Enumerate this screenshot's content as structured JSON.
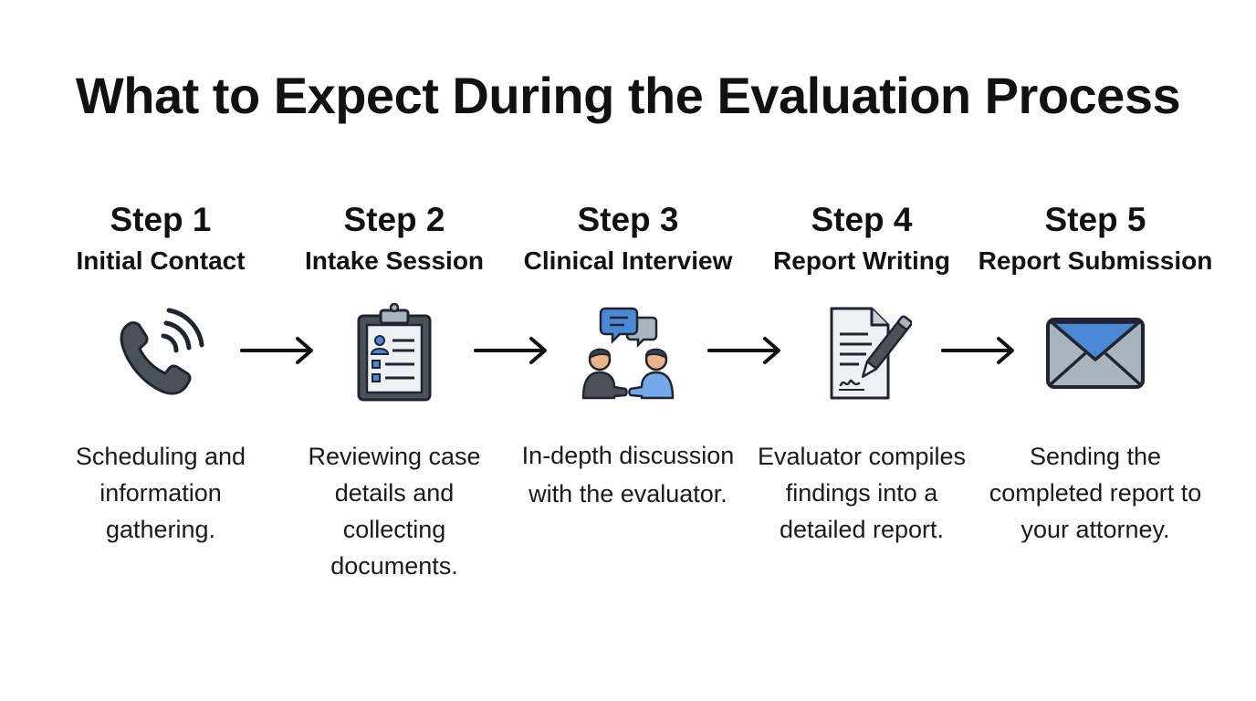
{
  "title": "What to Expect During the Evaluation Process",
  "steps": [
    {
      "number": "Step 1",
      "name": "Initial Contact",
      "description": "Scheduling and information gathering.",
      "icon": "phone-call-icon"
    },
    {
      "number": "Step 2",
      "name": "Intake Session",
      "description": "Reviewing case details and collecting documents.",
      "icon": "clipboard-form-icon"
    },
    {
      "number": "Step 3",
      "name": "Clinical Interview",
      "description": "In-depth discussion with the evaluator.",
      "icon": "conversation-icon"
    },
    {
      "number": "Step 4",
      "name": "Report Writing",
      "description": "Evaluator compiles findings into a detailed report.",
      "icon": "document-pen-icon"
    },
    {
      "number": "Step 5",
      "name": "Report Submission",
      "description": "Sending the completed report to your attorney.",
      "icon": "envelope-icon"
    }
  ],
  "colors": {
    "outline": "#1f2430",
    "phone": "#4b5158",
    "blue": "#4a88d4",
    "light_blue": "#73a9e6",
    "grey_fill": "#a9b4bf",
    "paper": "#eef1f4",
    "skin": "#e9b48a",
    "hair": "#3b3f46"
  }
}
